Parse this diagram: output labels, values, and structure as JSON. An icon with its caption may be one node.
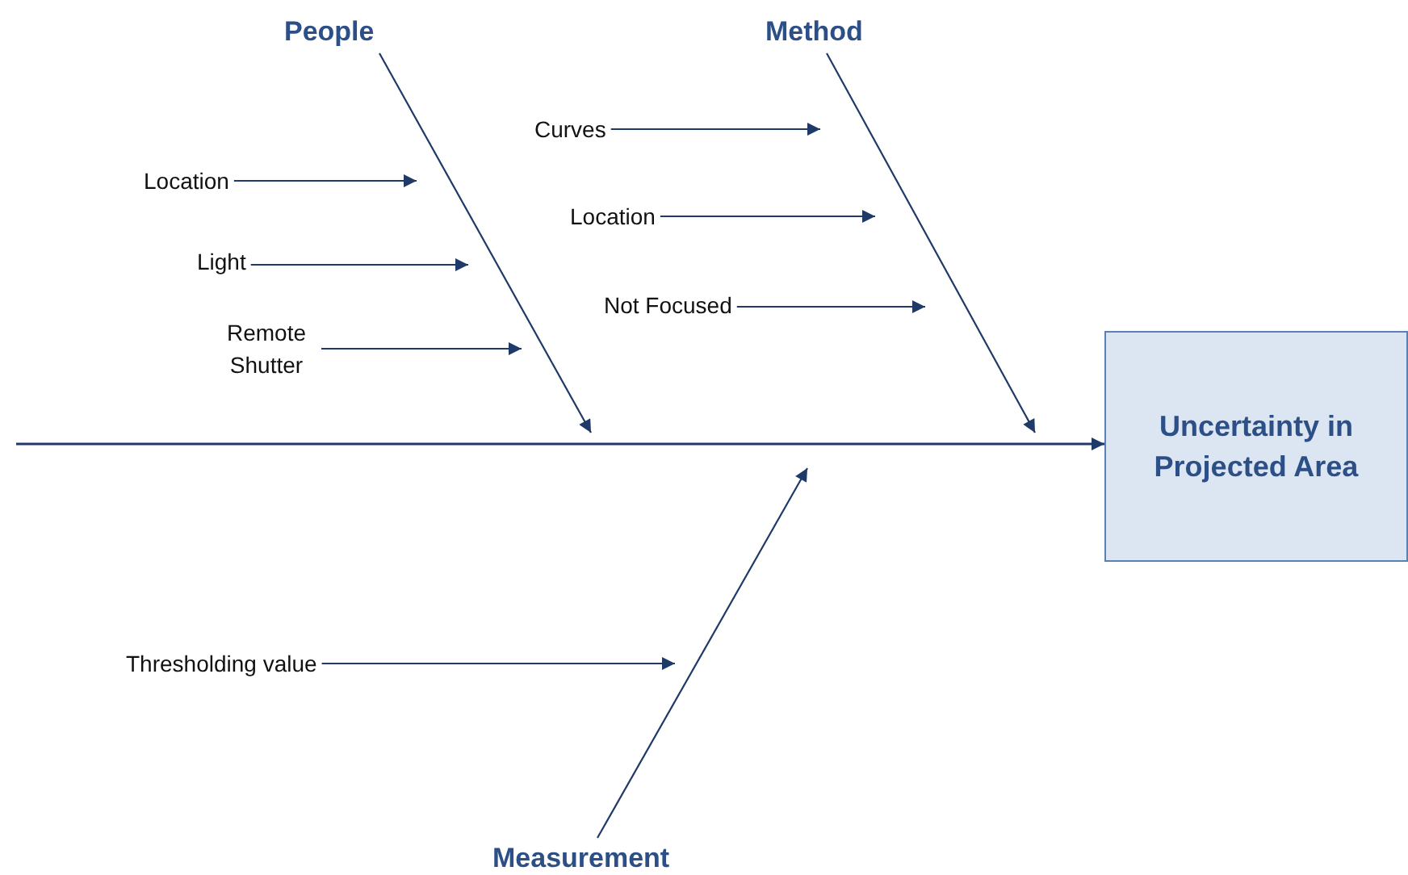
{
  "diagram": {
    "nodes": [
      {
        "text": [
          "People"
        ]
      },
      {
        "text": [
          "Method"
        ]
      },
      {
        "text": [
          "Measurement"
        ]
      },
      {
        "text": [
          "Uncertainty in Projected Area"
        ]
      },
      {
        "text": [
          "Location"
        ]
      },
      {
        "text": [
          "Light"
        ]
      },
      {
        "text": [
          "Remote Shutter"
        ]
      },
      {
        "text": [
          "Curves"
        ]
      },
      {
        "text": [
          "Location"
        ]
      },
      {
        "text": [
          "Not Focused"
        ]
      },
      {
        "text": [
          "Thresholding value"
        ]
      }
    ],
    "edges": [
      {
        "from": null,
        "to": 3,
        "arrow": "to"
      },
      {
        "from": 0,
        "to": null,
        "arrow": "to"
      },
      {
        "from": 1,
        "to": null,
        "arrow": "to"
      },
      {
        "from": 2,
        "to": null,
        "arrow": "to"
      },
      {
        "from": 4,
        "to": null,
        "arrow": "to"
      },
      {
        "from": 5,
        "to": null,
        "arrow": "to"
      },
      {
        "from": 6,
        "to": null,
        "arrow": "to"
      },
      {
        "from": 7,
        "to": null,
        "arrow": "to"
      },
      {
        "from": 8,
        "to": null,
        "arrow": "to"
      },
      {
        "from": 9,
        "to": null,
        "arrow": "to"
      },
      {
        "from": 10,
        "to": null,
        "arrow": "to"
      }
    ]
  }
}
